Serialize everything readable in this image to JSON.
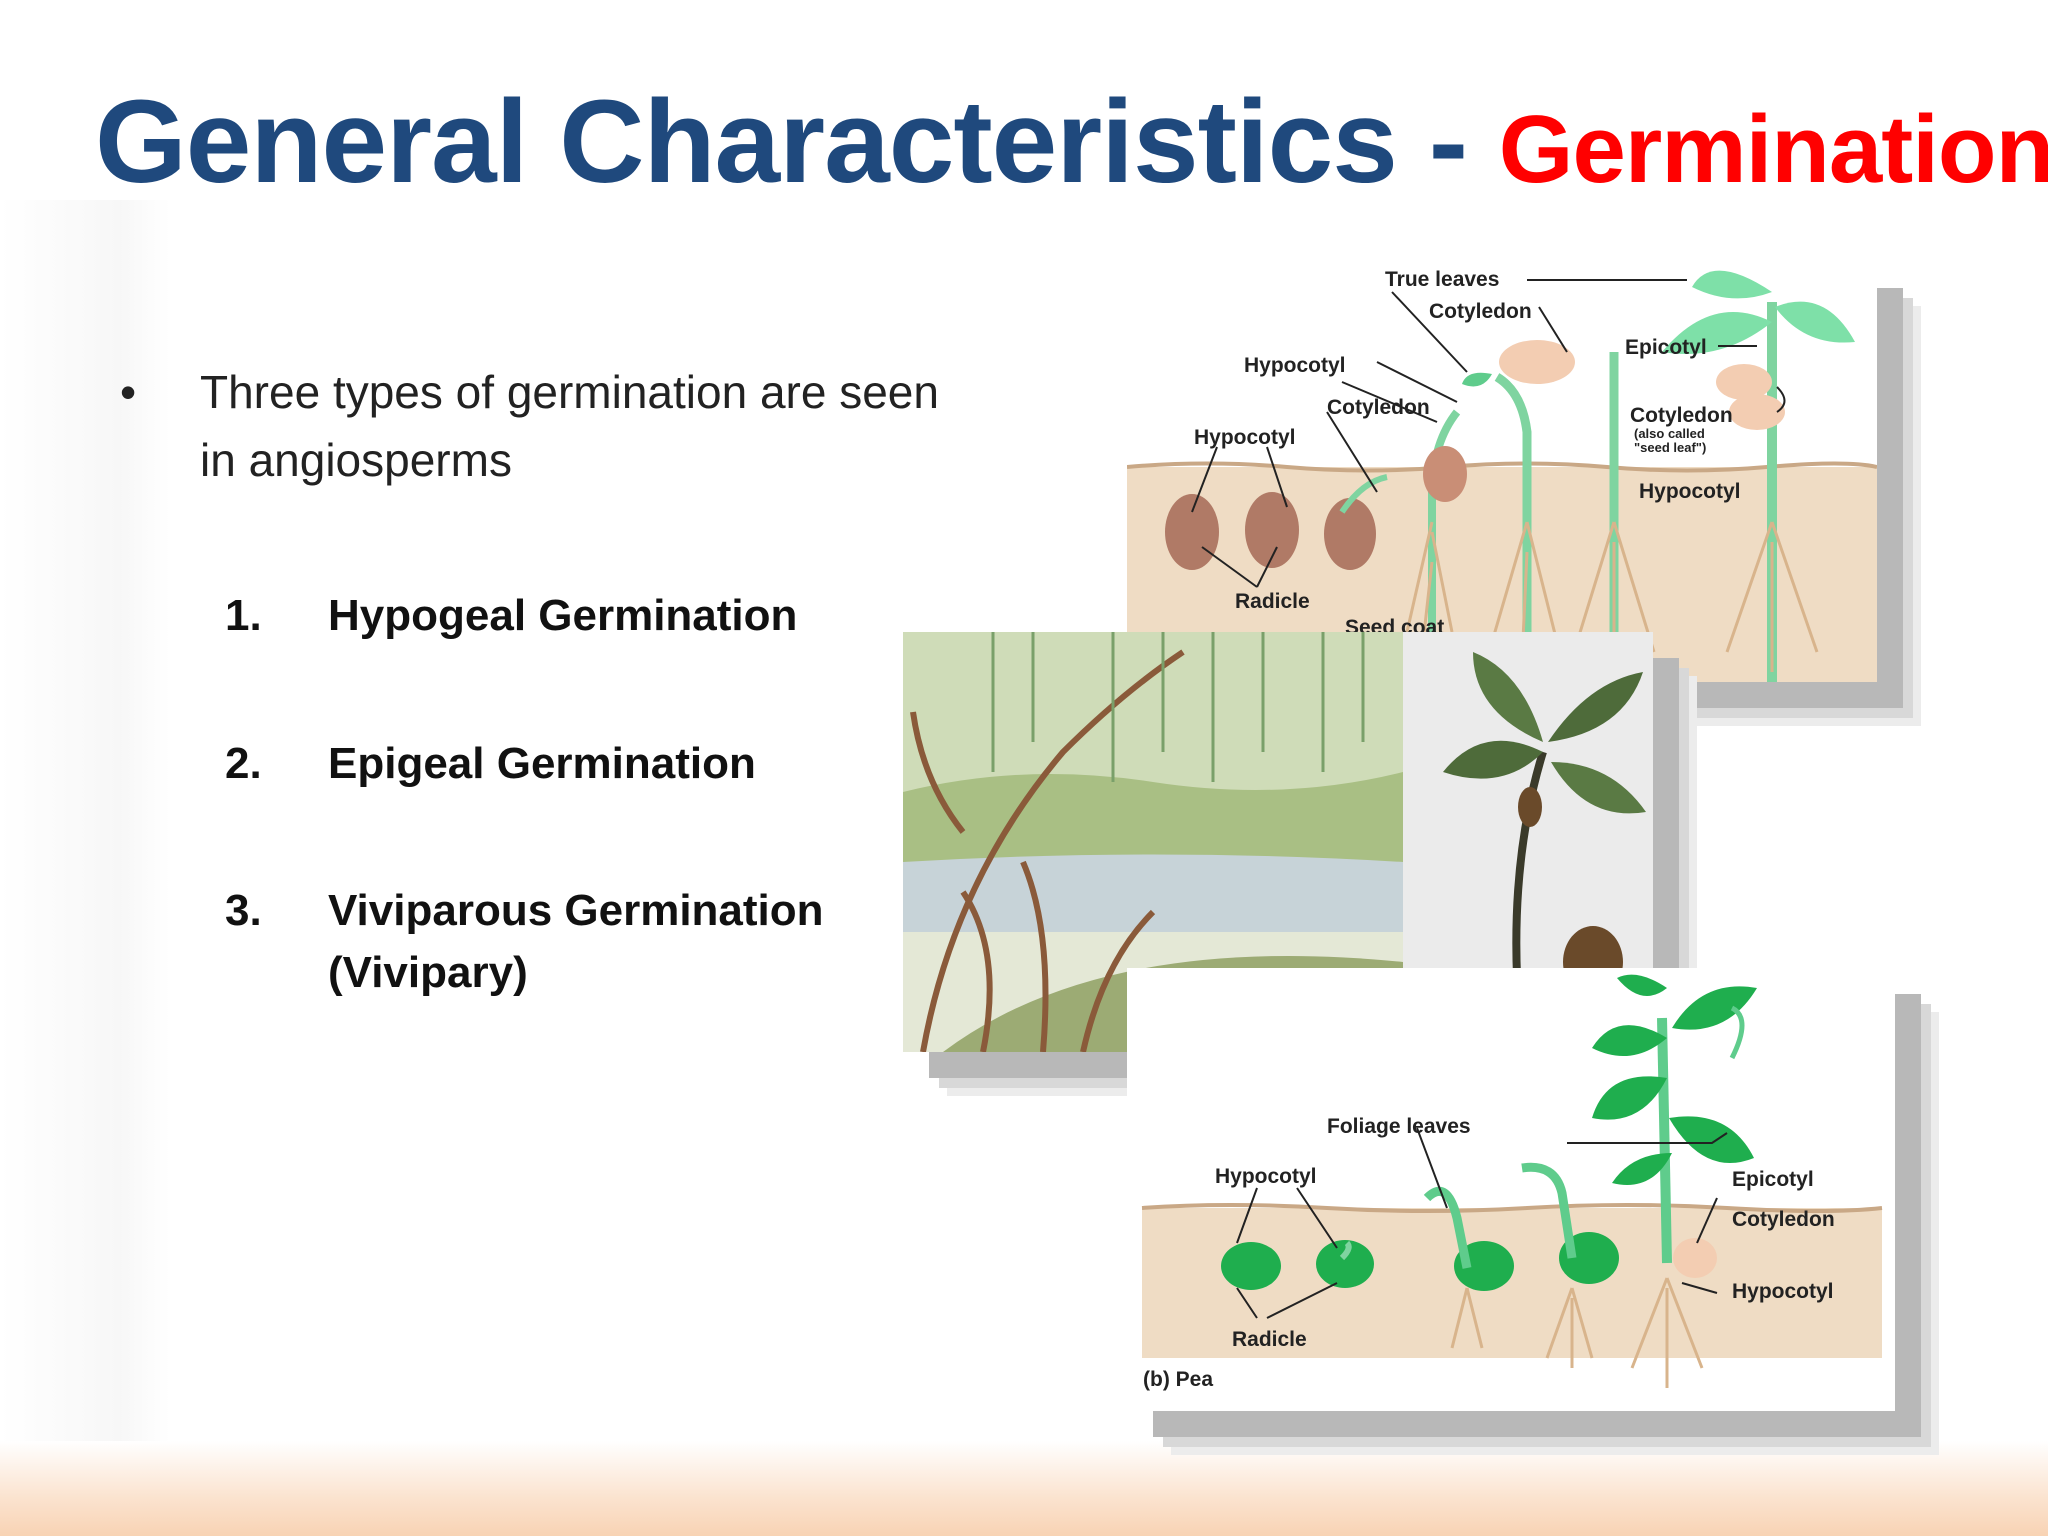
{
  "title": {
    "main": "General Characteristics",
    "separator": " - ",
    "accent": "Germination"
  },
  "bullet": {
    "text": "Three types of germination are seen in angiosperms"
  },
  "list": [
    {
      "num": "1.",
      "label": "Hypogeal Germination"
    },
    {
      "num": "2.",
      "label": "Epigeal Germination"
    },
    {
      "num": "3.",
      "label": "Viviparous Germination (Vivipary)"
    }
  ],
  "diagram_top": {
    "labels": {
      "true_leaves": "True leaves",
      "cotyledon_a": "Cotyledon",
      "epicotyl": "Epicotyl",
      "hypocotyl_a": "Hypocotyl",
      "cotyledon_b": "Cotyledon",
      "hypocotyl_b": "Hypocotyl",
      "cotyledon_c": "Cotyledon",
      "cotyledon_c_note": "(also called",
      "cotyledon_c_note2": "\"seed leaf\")",
      "hypocotyl_c": "Hypocotyl",
      "radicle": "Radicle",
      "seed_coat": "Seed coat"
    }
  },
  "diagram_bottom": {
    "labels": {
      "foliage_leaves": "Foliage leaves",
      "hypocotyl_a": "Hypocotyl",
      "epicotyl": "Epicotyl",
      "cotyledon": "Cotyledon",
      "hypocotyl_b": "Hypocotyl",
      "radicle": "Radicle",
      "caption": "(b) Pea"
    }
  },
  "colors": {
    "title_blue": "#1f497d",
    "title_red": "#ff0000",
    "soil": "#efdcc4",
    "leaf_green": "#2dba5a",
    "stem_green": "#7fd4a0"
  }
}
